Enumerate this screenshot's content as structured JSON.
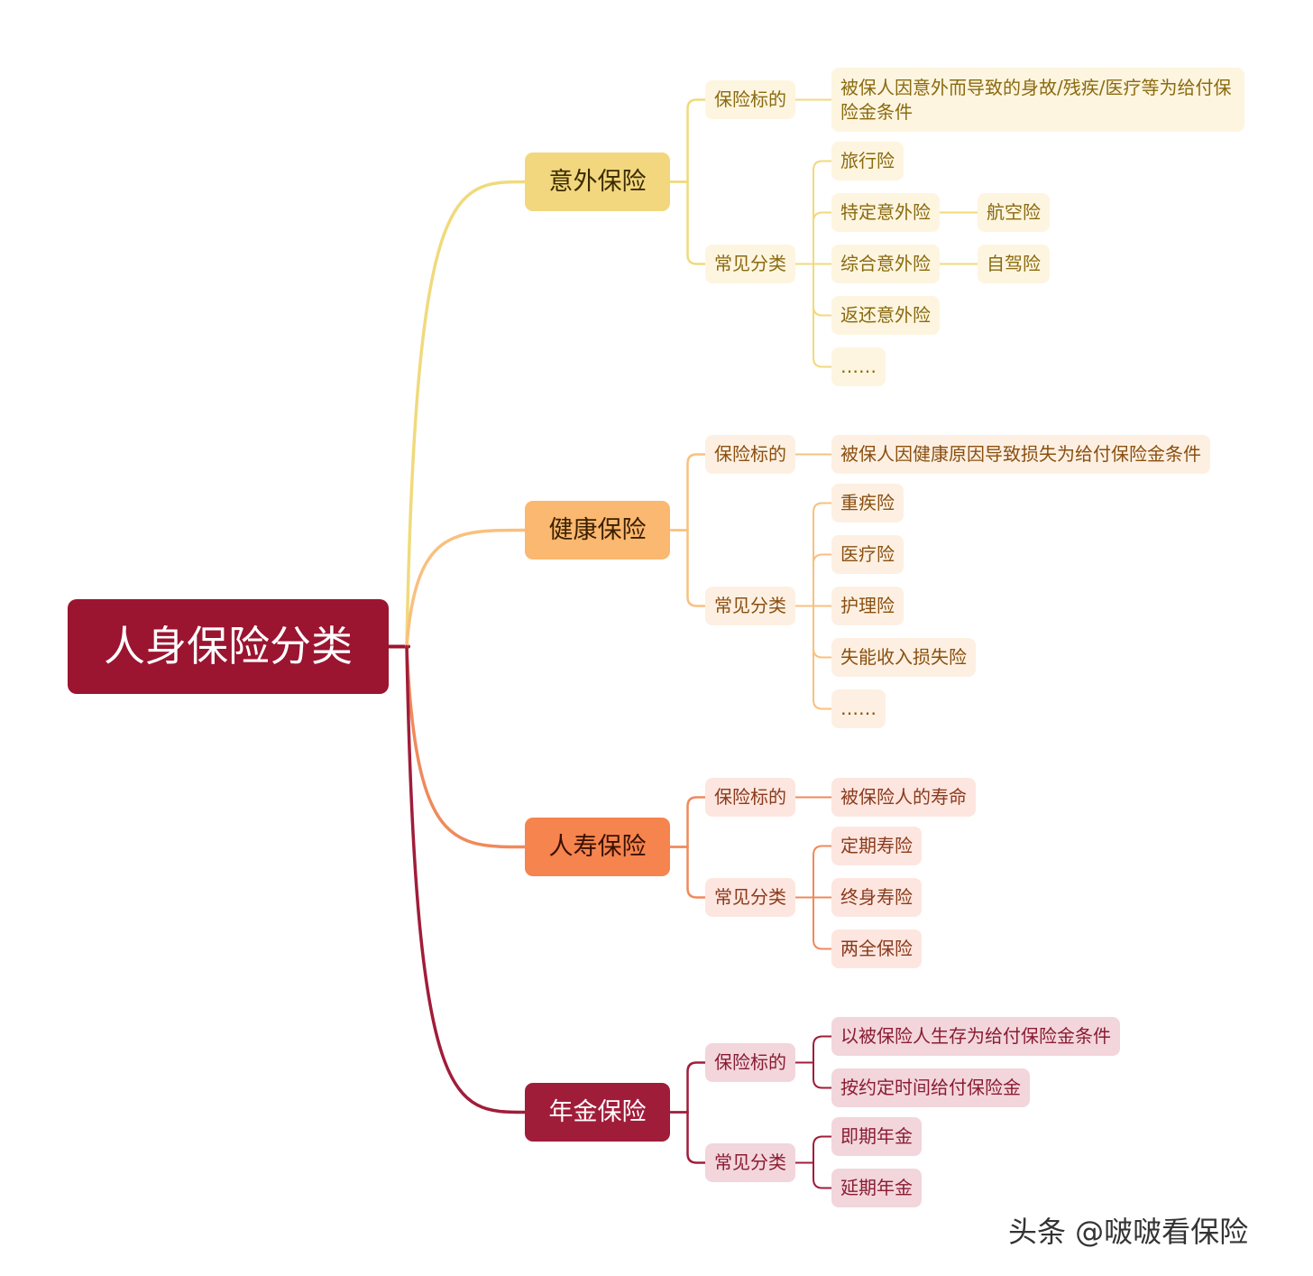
{
  "root": {
    "label": "人身保险分类",
    "color": "#9b1430"
  },
  "branch_colors": {
    "accident": {
      "main": "#f2d77e",
      "line": "#f0da7c",
      "soft": "#fdf5df",
      "text": "#8a6a10",
      "main_text": "#3a2a00"
    },
    "health": {
      "main": "#fbb870",
      "line": "#f9c07e",
      "soft": "#fdf0e2",
      "text": "#8a4f10",
      "main_text": "#3a2000"
    },
    "life": {
      "main": "#f5844f",
      "line": "#ef8a5c",
      "soft": "#fde6df",
      "text": "#8a3a1c",
      "main_text": "#3a1000"
    },
    "annuity": {
      "main": "#a01d3a",
      "line": "#a01d3a",
      "soft": "#f2d6dc",
      "text": "#8a1c32",
      "main_text": "#ffffff"
    }
  },
  "branches": [
    {
      "label": "意外保险",
      "subject": {
        "label": "保险标的",
        "items": [
          "被保人因意外而导致的身故/残疾/医疗等为给付保险金条件"
        ]
      },
      "types": {
        "label": "常见分类",
        "items": [
          {
            "label": "旅行险"
          },
          {
            "label": "特定意外险",
            "child": "航空险"
          },
          {
            "label": "综合意外险",
            "child": "自驾险"
          },
          {
            "label": "返还意外险"
          },
          {
            "label": "……"
          }
        ]
      }
    },
    {
      "label": "健康保险",
      "subject": {
        "label": "保险标的",
        "items": [
          "被保人因健康原因导致损失为给付保险金条件"
        ]
      },
      "types": {
        "label": "常见分类",
        "items": [
          {
            "label": "重疾险"
          },
          {
            "label": "医疗险"
          },
          {
            "label": "护理险"
          },
          {
            "label": "失能收入损失险"
          },
          {
            "label": "……"
          }
        ]
      }
    },
    {
      "label": "人寿保险",
      "subject": {
        "label": "保险标的",
        "items": [
          "被保险人的寿命"
        ]
      },
      "types": {
        "label": "常见分类",
        "items": [
          {
            "label": "定期寿险"
          },
          {
            "label": "终身寿险"
          },
          {
            "label": "两全保险"
          }
        ]
      }
    },
    {
      "label": "年金保险",
      "subject": {
        "label": "保险标的",
        "items": [
          "以被保险人生存为给付保险金条件",
          "按约定时间给付保险金"
        ]
      },
      "types": {
        "label": "常见分类",
        "items": [
          {
            "label": "即期年金"
          },
          {
            "label": "延期年金"
          }
        ]
      }
    }
  ],
  "watermark": "头条 @啵啵看保险"
}
